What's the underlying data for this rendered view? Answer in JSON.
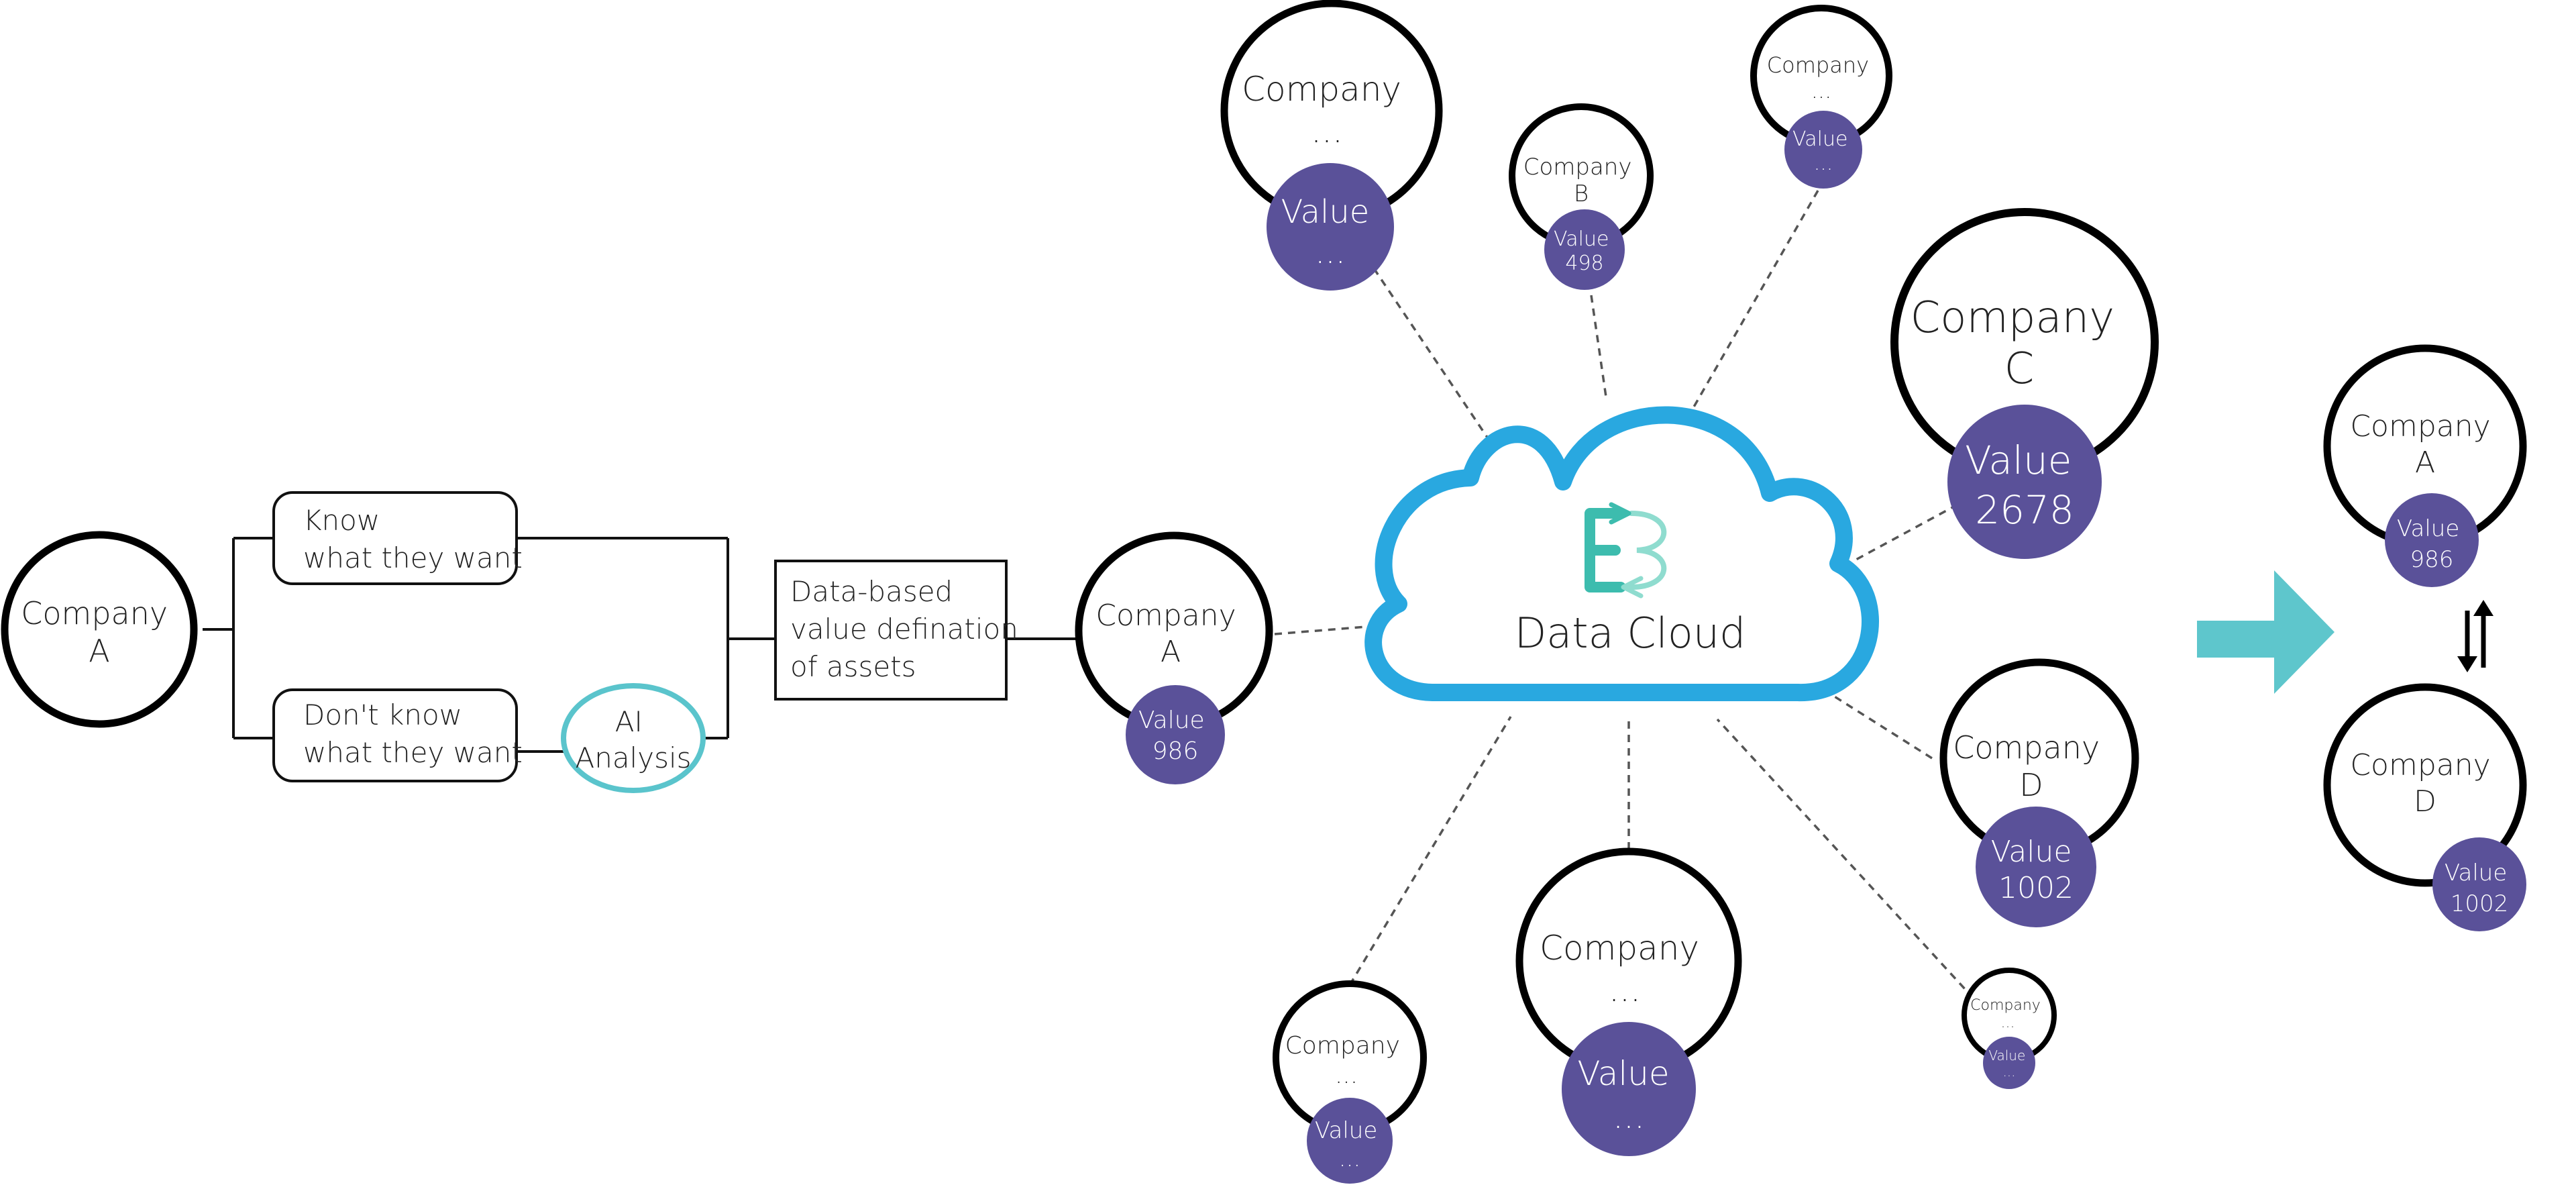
{
  "process": {
    "source_company": [
      "Company",
      "A"
    ],
    "branch_known": [
      "Know",
      "what they want"
    ],
    "branch_unknown": [
      "Don't know",
      "what they want"
    ],
    "ai_analysis": [
      "AI",
      "Analysis"
    ],
    "definition": [
      "Data-based",
      "value defination",
      "of assets"
    ]
  },
  "cloud": {
    "label": "Data Cloud"
  },
  "nodes": [
    {
      "company": [
        "Company",
        "A"
      ],
      "value": [
        "Value",
        "986"
      ]
    },
    {
      "company": [
        "Company",
        "..."
      ],
      "value": [
        "Value",
        "..."
      ]
    },
    {
      "company": [
        "Company",
        "B"
      ],
      "value": [
        "Value",
        "498"
      ]
    },
    {
      "company": [
        "Company",
        "..."
      ],
      "value": [
        "Value",
        "..."
      ]
    },
    {
      "company": [
        "Company",
        "C"
      ],
      "value": [
        "Value",
        "2678"
      ]
    },
    {
      "company": [
        "Company",
        "D"
      ],
      "value": [
        "Value",
        "1002"
      ]
    },
    {
      "company": [
        "Company",
        "..."
      ],
      "value": [
        "Value",
        "..."
      ]
    },
    {
      "company": [
        "Company",
        "..."
      ],
      "value": [
        "Value",
        "..."
      ]
    },
    {
      "company": [
        "Company",
        "..."
      ],
      "value": [
        "Value",
        "..."
      ]
    }
  ],
  "exchange": {
    "top": {
      "company": [
        "Company",
        "A"
      ],
      "value": [
        "Value",
        "986"
      ]
    },
    "bottom": {
      "company": [
        "Company",
        "D"
      ],
      "value": [
        "Value",
        "1002"
      ]
    }
  },
  "colors": {
    "value_fill": "#5a5199",
    "cloud_stroke": "#29a8e0",
    "ai_ring": "#5ac4cc",
    "arrow": "#5ec6cc",
    "logo_teal": "#3dbcae"
  }
}
